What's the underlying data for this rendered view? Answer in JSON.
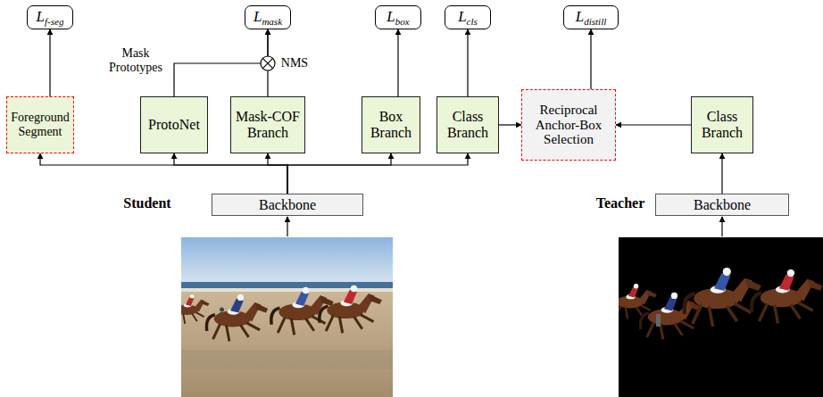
{
  "diagram": {
    "nodes": [
      {
        "text": [
          "L",
          "f-seg"
        ]
      },
      {
        "text": [
          "L",
          "mask"
        ]
      },
      {
        "text": [
          "L",
          "box"
        ]
      },
      {
        "text": [
          "L",
          "cls"
        ]
      },
      {
        "text": [
          "L",
          "distill"
        ]
      },
      {
        "text": [
          "Foreground Segment"
        ]
      },
      {
        "text": [
          "ProtoNet"
        ]
      },
      {
        "text": [
          "Mask-COF Branch"
        ]
      },
      {
        "text": [
          "Box Branch"
        ]
      },
      {
        "text": [
          "Class Branch"
        ]
      },
      {
        "text": [
          "Reciprocal Anchor-Box Selection"
        ]
      },
      {
        "text": [
          "Class Branch"
        ]
      },
      {
        "text": [
          "Backbone"
        ]
      },
      {
        "text": [
          "Backbone"
        ]
      }
    ],
    "edges": [
      {
        "from": 12,
        "to": 5,
        "arrow": "to"
      },
      {
        "from": 12,
        "to": 6,
        "arrow": "to"
      },
      {
        "from": 12,
        "to": 7,
        "arrow": "to"
      },
      {
        "from": 12,
        "to": 8,
        "arrow": "to"
      },
      {
        "from": 12,
        "to": 9,
        "arrow": "to"
      },
      {
        "from": 5,
        "to": 0,
        "arrow": "to"
      },
      {
        "from": 6,
        "to": 1,
        "arrow": "to"
      },
      {
        "from": 7,
        "to": 1,
        "arrow": "to"
      },
      {
        "from": 8,
        "to": 2,
        "arrow": "to"
      },
      {
        "from": 9,
        "to": 3,
        "arrow": "to"
      },
      {
        "from": 9,
        "to": 10,
        "arrow": "to"
      },
      {
        "from": 11,
        "to": 10,
        "arrow": "to"
      },
      {
        "from": 10,
        "to": 4,
        "arrow": "to"
      },
      {
        "from": 13,
        "to": 11,
        "arrow": "to"
      }
    ],
    "labels": [
      "Mask Prototypes",
      "NMS",
      "Student",
      "Teacher"
    ]
  }
}
